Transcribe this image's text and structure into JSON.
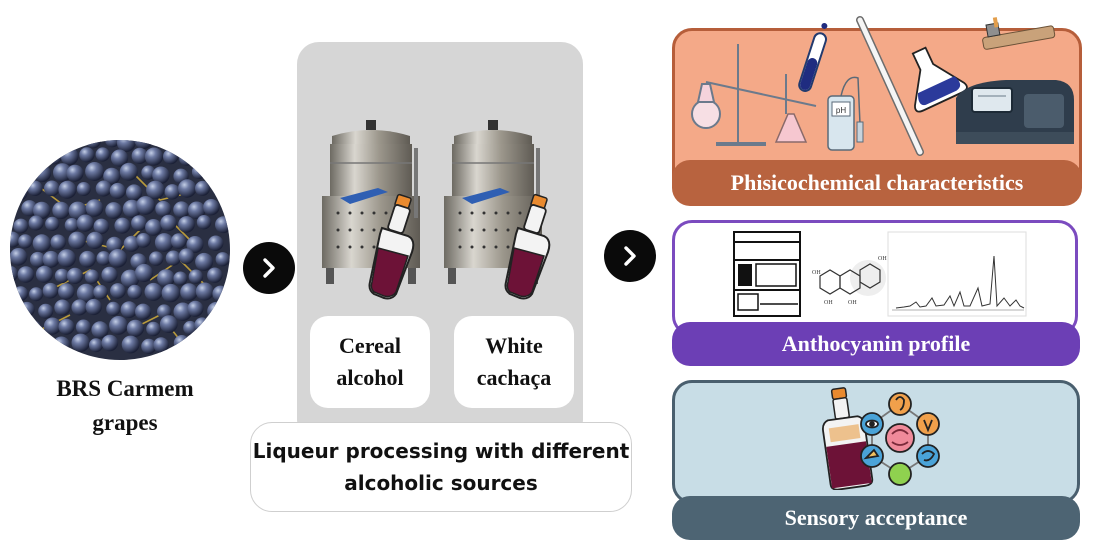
{
  "grapes": {
    "label": "BRS Carmem grapes"
  },
  "processing": {
    "sources": [
      {
        "label": "Cereal alcohol"
      },
      {
        "label": "White cachaça"
      }
    ],
    "caption": "Liqueur processing with different alcoholic sources"
  },
  "outcomes": [
    {
      "label": "Phisicochemical characteristics",
      "color": "#b8633f"
    },
    {
      "label": "Anthocyanin profile",
      "color": "#6c3fb5"
    },
    {
      "label": "Sensory acceptance",
      "color": "#4d6473"
    }
  ],
  "instrument_labels": {
    "ph_meter": "pH"
  }
}
